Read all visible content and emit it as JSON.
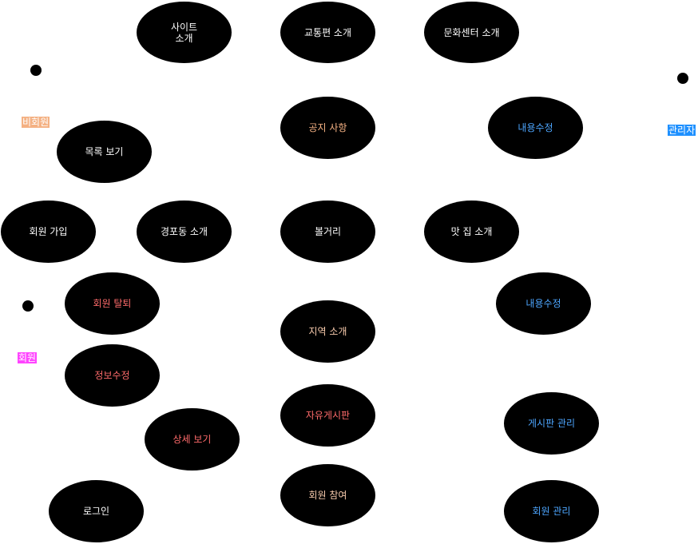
{
  "colors": {
    "white": "#ffffff",
    "member": "#ff6b6b",
    "nonmember_text": "#f4b183",
    "region": "#f8cbad",
    "admin": "#4da6ff",
    "actor_nonmember_bg": "#f4b183",
    "actor_member_bg": "#ff44ff",
    "actor_admin_bg": "#1e90ff"
  },
  "actors": {
    "nonmember": "비회원",
    "member": "회원",
    "admin": "관리자"
  },
  "usecases": {
    "site_intro": "사이트\n소개",
    "transport_intro": "교통편 소개",
    "culture_center": "문화센터 소개",
    "list_view": "목록 보기",
    "notice": "공지 사항",
    "edit_content_1": "내용수정",
    "signup": "회원 가입",
    "gyeongpo_intro": "경포동 소개",
    "attractions": "볼거리",
    "restaurants": "맛 집 소개",
    "withdraw": "회원 탈퇴",
    "edit_content_2": "내용수정",
    "region_intro": "지역 소개",
    "edit_info": "정보수정",
    "free_board": "자유게시판",
    "board_manage": "게시판 관리",
    "detail_view": "상세 보기",
    "login": "로그인",
    "member_join": "회원 참여",
    "member_manage": "회원 관리"
  }
}
